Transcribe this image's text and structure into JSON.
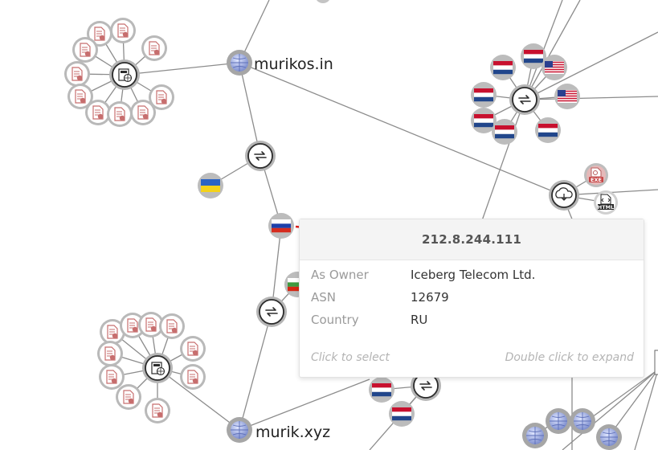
{
  "nodes": {
    "domain_1": "murikos.in",
    "domain_2": "murik.xyz"
  },
  "tooltip": {
    "title": "212.8.244.111",
    "rows": [
      {
        "key": "As Owner",
        "value": "Iceberg Telecom Ltd."
      },
      {
        "key": "ASN",
        "value": "12679"
      },
      {
        "key": "Country",
        "value": "RU"
      }
    ],
    "hint_select": "Click to select",
    "hint_expand": "Double click to expand"
  },
  "file_badges": {
    "exe": "EXE",
    "html": "HTML"
  },
  "colors": {
    "edge": "#8c8c8c",
    "highlight_edge": "#e0201c",
    "node_ring": "#a0a0a0",
    "file_node": "#c98585",
    "globe": "#8a9ad6"
  },
  "icons": {
    "domain": "globe-icon",
    "relay": "relay-arrows-icon",
    "webpage": "web-page-icon",
    "file": "file-icon",
    "download": "cloud-download-icon",
    "flag_ru": "flag-russia-icon",
    "flag_nl": "flag-netherlands-icon",
    "flag_us": "flag-usa-icon",
    "flag_ua": "flag-ukraine-icon",
    "flag_bg": "flag-bulgaria-icon"
  }
}
